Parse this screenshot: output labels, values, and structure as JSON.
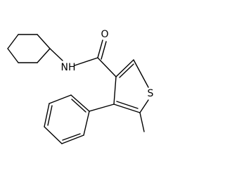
{
  "molecule": {
    "atoms": {
      "oxygen": "O",
      "nitrogen_hydrogen": "NH",
      "sulfur": "S"
    },
    "colors": {
      "bond": "#000000",
      "label": "#000000",
      "background": "#ffffff"
    }
  }
}
